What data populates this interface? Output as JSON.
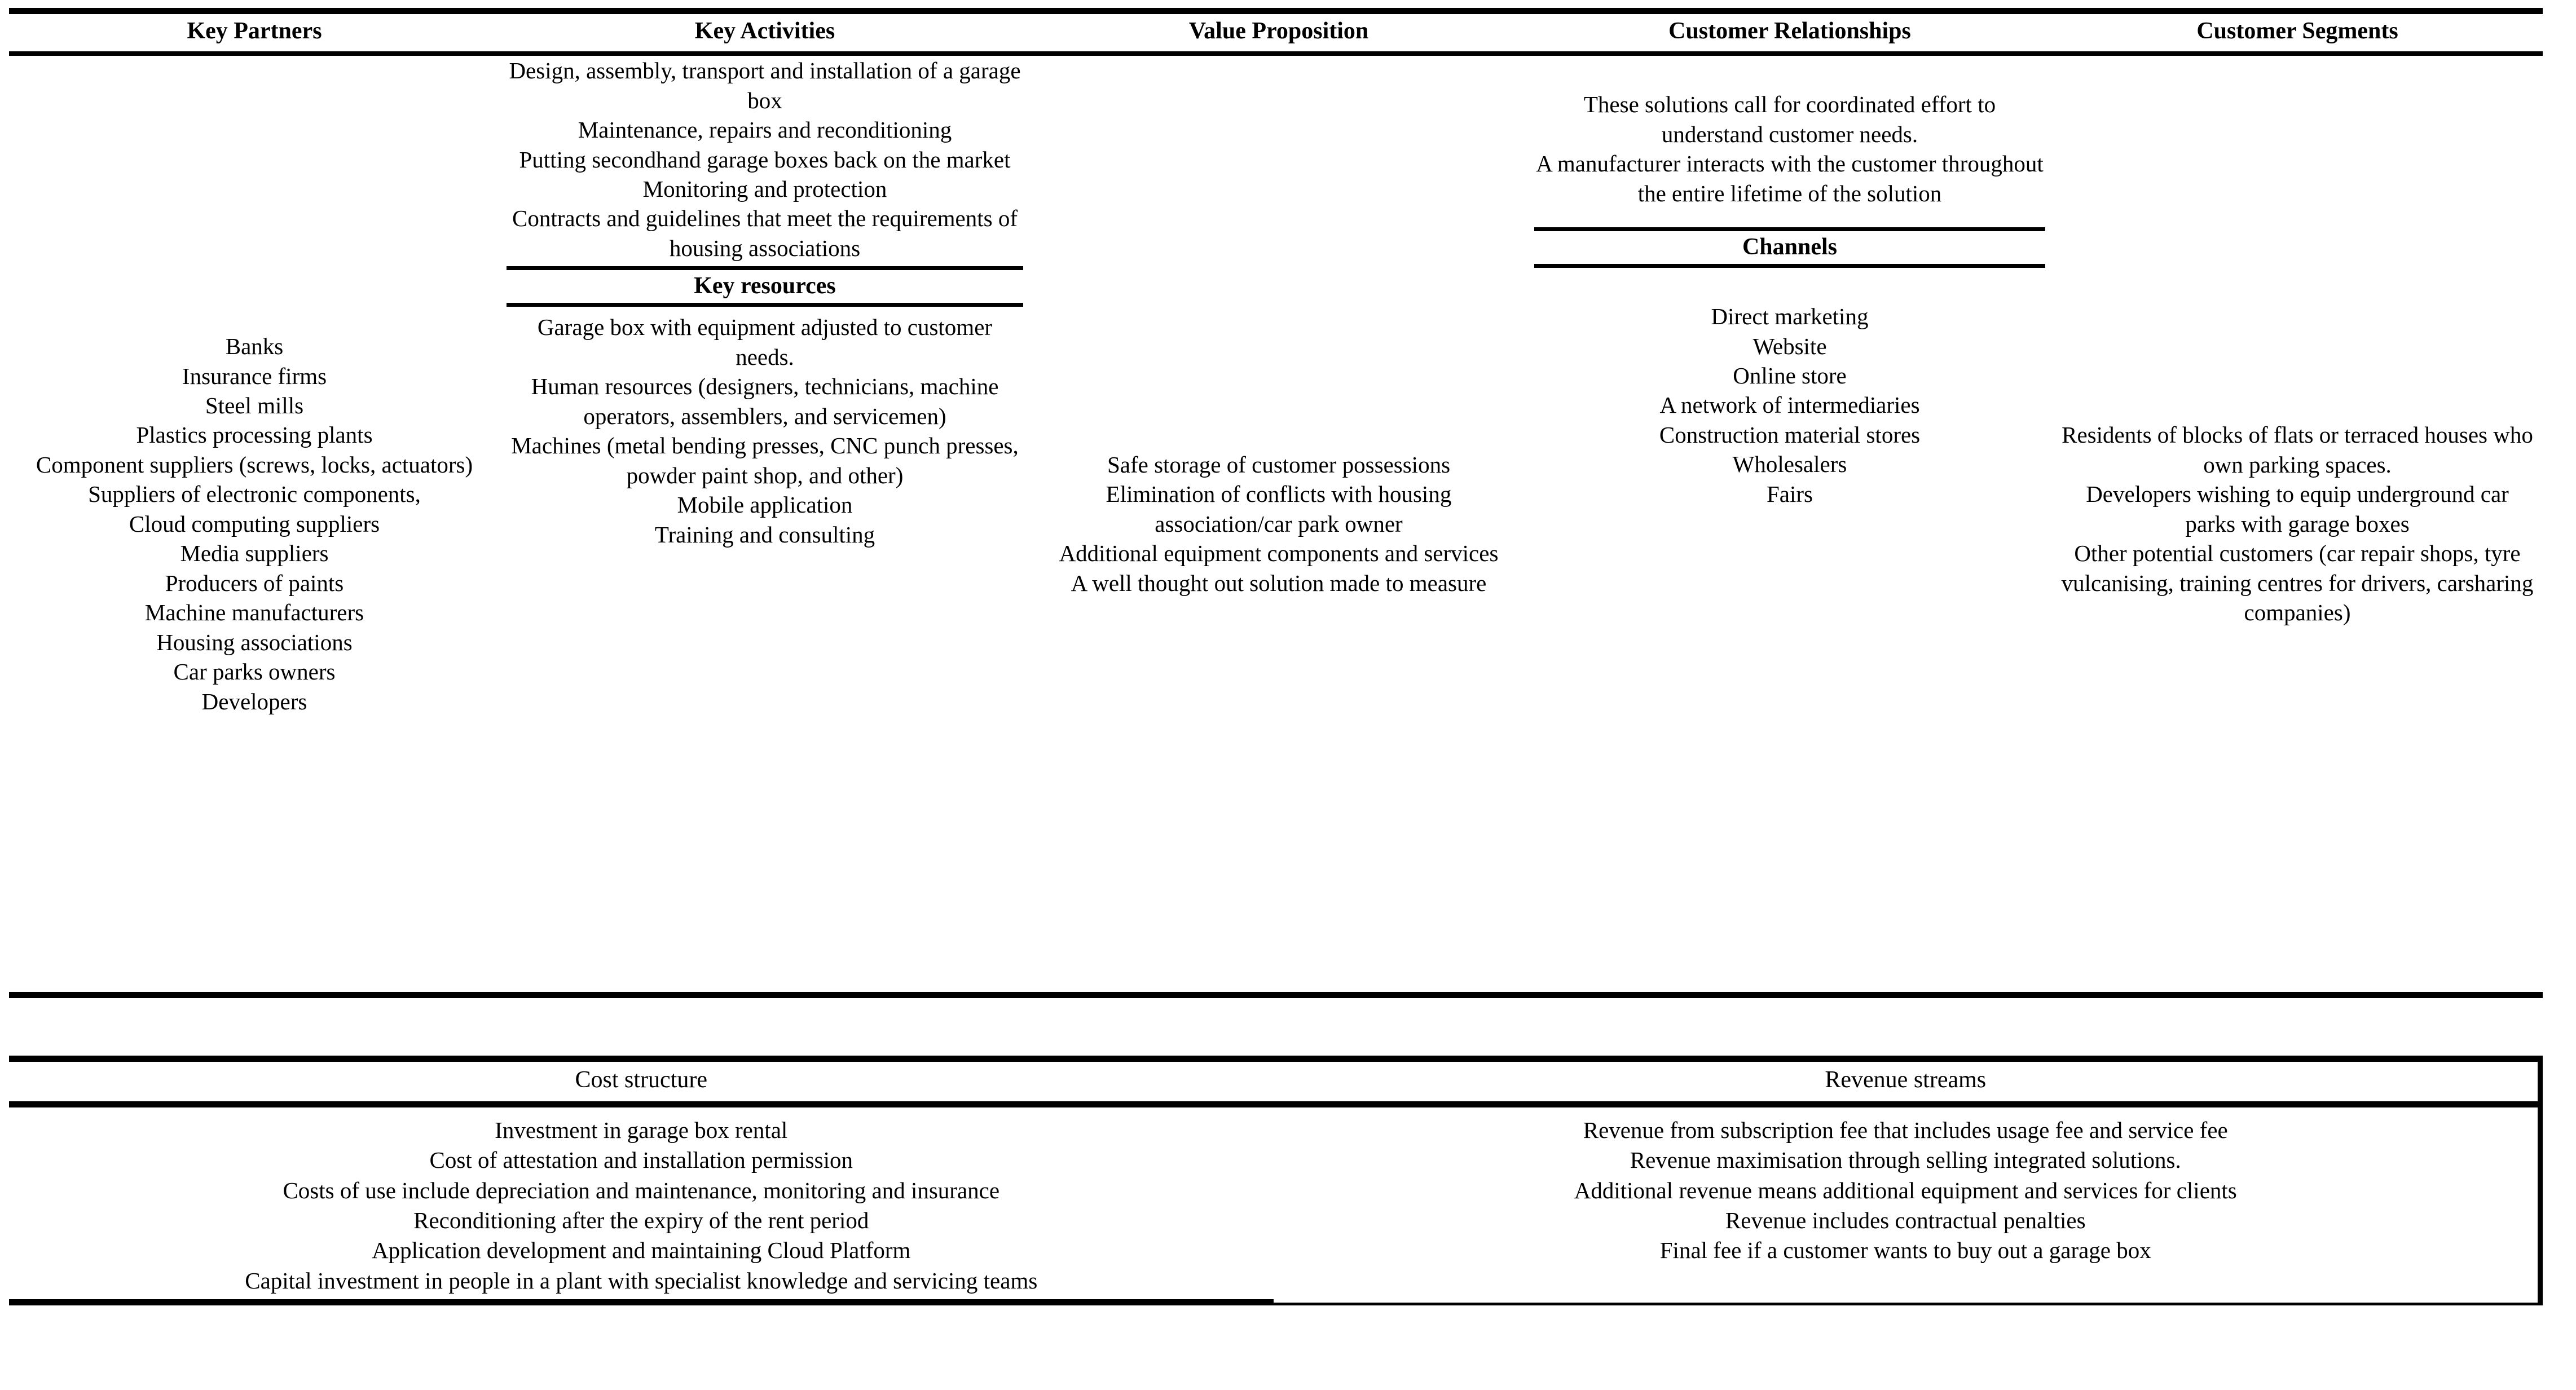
{
  "document": {
    "kind": "business-model-canvas-table"
  },
  "top_table": {
    "headers": [
      "Key Partners",
      "Key Activities",
      "Value Proposition",
      "Customer Relationships",
      "Customer Segments"
    ],
    "key_partners": {
      "items": [
        "Banks",
        "Insurance firms",
        "Steel mills",
        "Plastics processing plants",
        "Component suppliers (screws, locks, actuators)",
        "Suppliers of electronic components,",
        "Cloud computing suppliers",
        "Media suppliers",
        "Producers of paints",
        "Machine manufacturers",
        "Housing associations",
        "Car parks owners",
        "Developers"
      ]
    },
    "key_activities": {
      "items": [
        "Design, assembly, transport and installation of a garage box",
        "Maintenance, repairs and reconditioning",
        "Putting secondhand garage boxes back on the market",
        "Monitoring and protection",
        "Contracts and guidelines that meet the requirements of housing associations"
      ],
      "subsection": {
        "title": "Key resources",
        "items": [
          "Garage box with equipment adjusted to customer needs.",
          "Human resources (designers, technicians, machine operators, assemblers, and servicemen)",
          "Machines (metal bending presses, CNC punch presses, powder paint shop, and other)",
          "Mobile application",
          "Training and consulting"
        ]
      }
    },
    "value_proposition": {
      "items": [
        "Safe storage of customer possessions",
        "Elimination of conflicts with housing association/car park owner",
        "Additional equipment components and services",
        "A well thought out solution made to measure"
      ]
    },
    "customer_relationships": {
      "items": [
        "These solutions call for coordinated effort to understand customer needs.",
        "A manufacturer interacts with the customer throughout the entire lifetime of the solution"
      ],
      "subsection": {
        "title": "Channels",
        "items": [
          "Direct marketing",
          "Website",
          "Online store",
          "A network of intermediaries",
          "Construction material stores",
          "Wholesalers",
          "Fairs"
        ]
      }
    },
    "customer_segments": {
      "items": [
        "Residents of blocks of flats or terraced houses who own parking spaces.",
        "Developers wishing to equip underground car parks with garage boxes",
        "Other potential customers (car repair shops, tyre vulcanising, training centres for drivers, carsharing companies)"
      ]
    }
  },
  "bottom_table": {
    "headers": [
      "Cost structure",
      "Revenue streams"
    ],
    "cost_structure": {
      "items": [
        "Investment in garage box rental",
        "Cost of attestation and installation permission",
        "Costs of use include depreciation and maintenance, monitoring and insurance",
        "Reconditioning after the expiry of the rent period",
        "Application development and maintaining Cloud Platform",
        "Capital investment in people in a plant with specialist knowledge and servicing teams"
      ]
    },
    "revenue_streams": {
      "items": [
        "Revenue from subscription fee that includes usage fee and service fee",
        "Revenue maximisation through selling integrated solutions.",
        "Additional revenue means additional equipment and services for clients",
        "Revenue includes contractual penalties",
        "Final fee if a customer wants to buy out a garage box"
      ]
    }
  },
  "style": {
    "text_color": "#000000",
    "background_color": "#ffffff",
    "rule_color": "#000000"
  }
}
